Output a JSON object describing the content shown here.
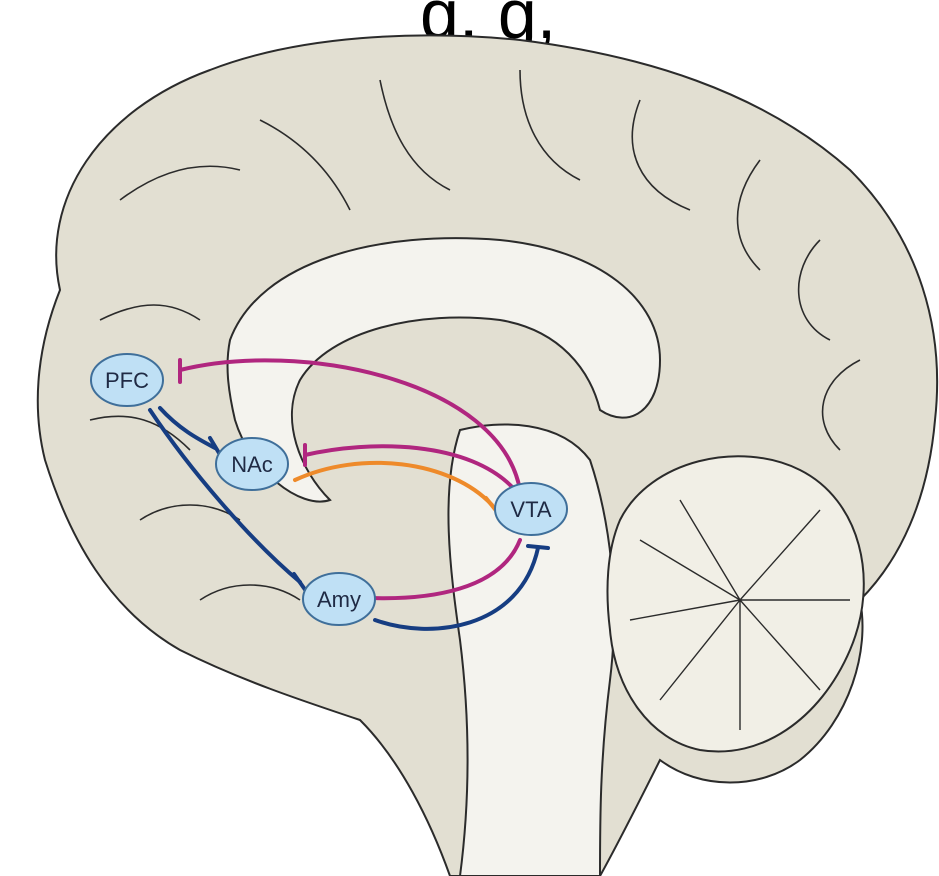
{
  "top_text": "g, g,",
  "colors": {
    "cortex": "#e2dfd2",
    "cortex_line": "#2b2b2b",
    "white_matter": "#f4f3ee",
    "node_fill": "#bfe0f5",
    "node_stroke": "#3f6f9a",
    "pathway_magenta": "#b0267f",
    "pathway_orange": "#ee8a2a",
    "pathway_navy": "#163d82"
  },
  "regions": [
    {
      "id": "pfc",
      "label": "PFC"
    },
    {
      "id": "nac",
      "label": "NAc"
    },
    {
      "id": "vta",
      "label": "VTA"
    },
    {
      "id": "amy",
      "label": "Amy"
    }
  ],
  "pathways": [
    {
      "from": "VTA",
      "to": "PFC",
      "color": "pathway_magenta"
    },
    {
      "from": "VTA",
      "to": "NAc",
      "color": "pathway_magenta"
    },
    {
      "from": "VTA",
      "to": "Amy",
      "color": "pathway_magenta"
    },
    {
      "from": "NAc",
      "to": "VTA",
      "color": "pathway_orange"
    },
    {
      "from": "PFC",
      "to": "NAc",
      "color": "pathway_navy"
    },
    {
      "from": "PFC",
      "to": "Amy",
      "color": "pathway_navy"
    },
    {
      "from": "Amy",
      "to": "VTA",
      "color": "pathway_navy"
    }
  ]
}
